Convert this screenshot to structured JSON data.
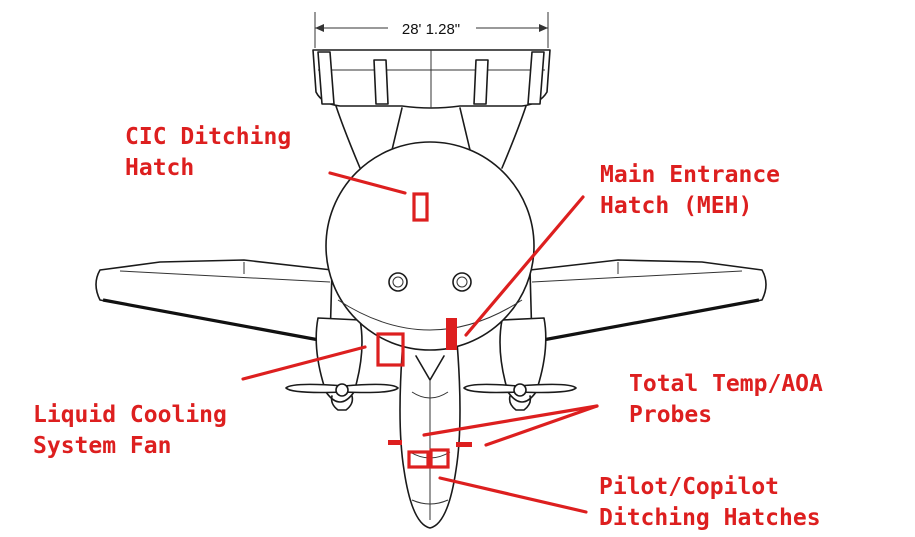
{
  "dimension": {
    "label": "28' 1.28\""
  },
  "callouts": {
    "cic_hatch": {
      "lines": [
        "CIC Ditching",
        "Hatch"
      ]
    },
    "meh": {
      "lines": [
        "Main Entrance",
        "Hatch (MEH)"
      ]
    },
    "cooling_fan": {
      "lines": [
        "Liquid Cooling",
        "System Fan"
      ]
    },
    "probes": {
      "lines": [
        "Total Temp/AOA",
        "Probes"
      ]
    },
    "pilot_hatches": {
      "lines": [
        "Pilot/Copilot",
        "Ditching Hatches"
      ]
    }
  },
  "colors": {
    "annotation": "#dd1f1f",
    "line_art": "#1a1a1a"
  }
}
